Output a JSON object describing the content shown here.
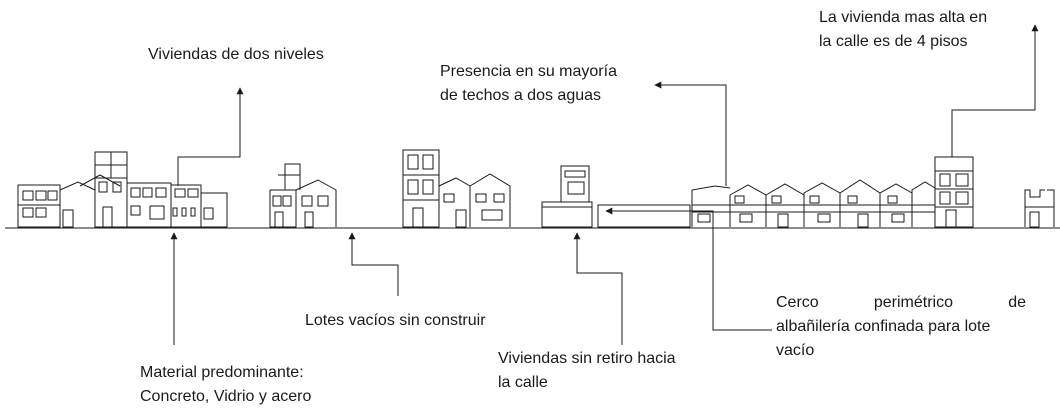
{
  "annotations": {
    "two_levels": [
      "Viviendas de dos niveles"
    ],
    "pitched_roofs": [
      "Presencia en su mayoría",
      "de techos a dos aguas"
    ],
    "tallest": [
      "La vivienda mas alta en",
      "la calle es de 4 pisos"
    ],
    "empty_lots": [
      "Lotes vacíos sin construir"
    ],
    "material": [
      "Material predominante:",
      "Concreto, Vidrio y acero"
    ],
    "no_setback": [
      "Viviendas sin retiro hacia",
      "la calle"
    ],
    "fence": [
      "Cerco perimétrico de",
      "albañilería confinada para lote",
      "vacío"
    ]
  },
  "colors": {
    "line": "#1a1a1a",
    "background": "#ffffff"
  }
}
